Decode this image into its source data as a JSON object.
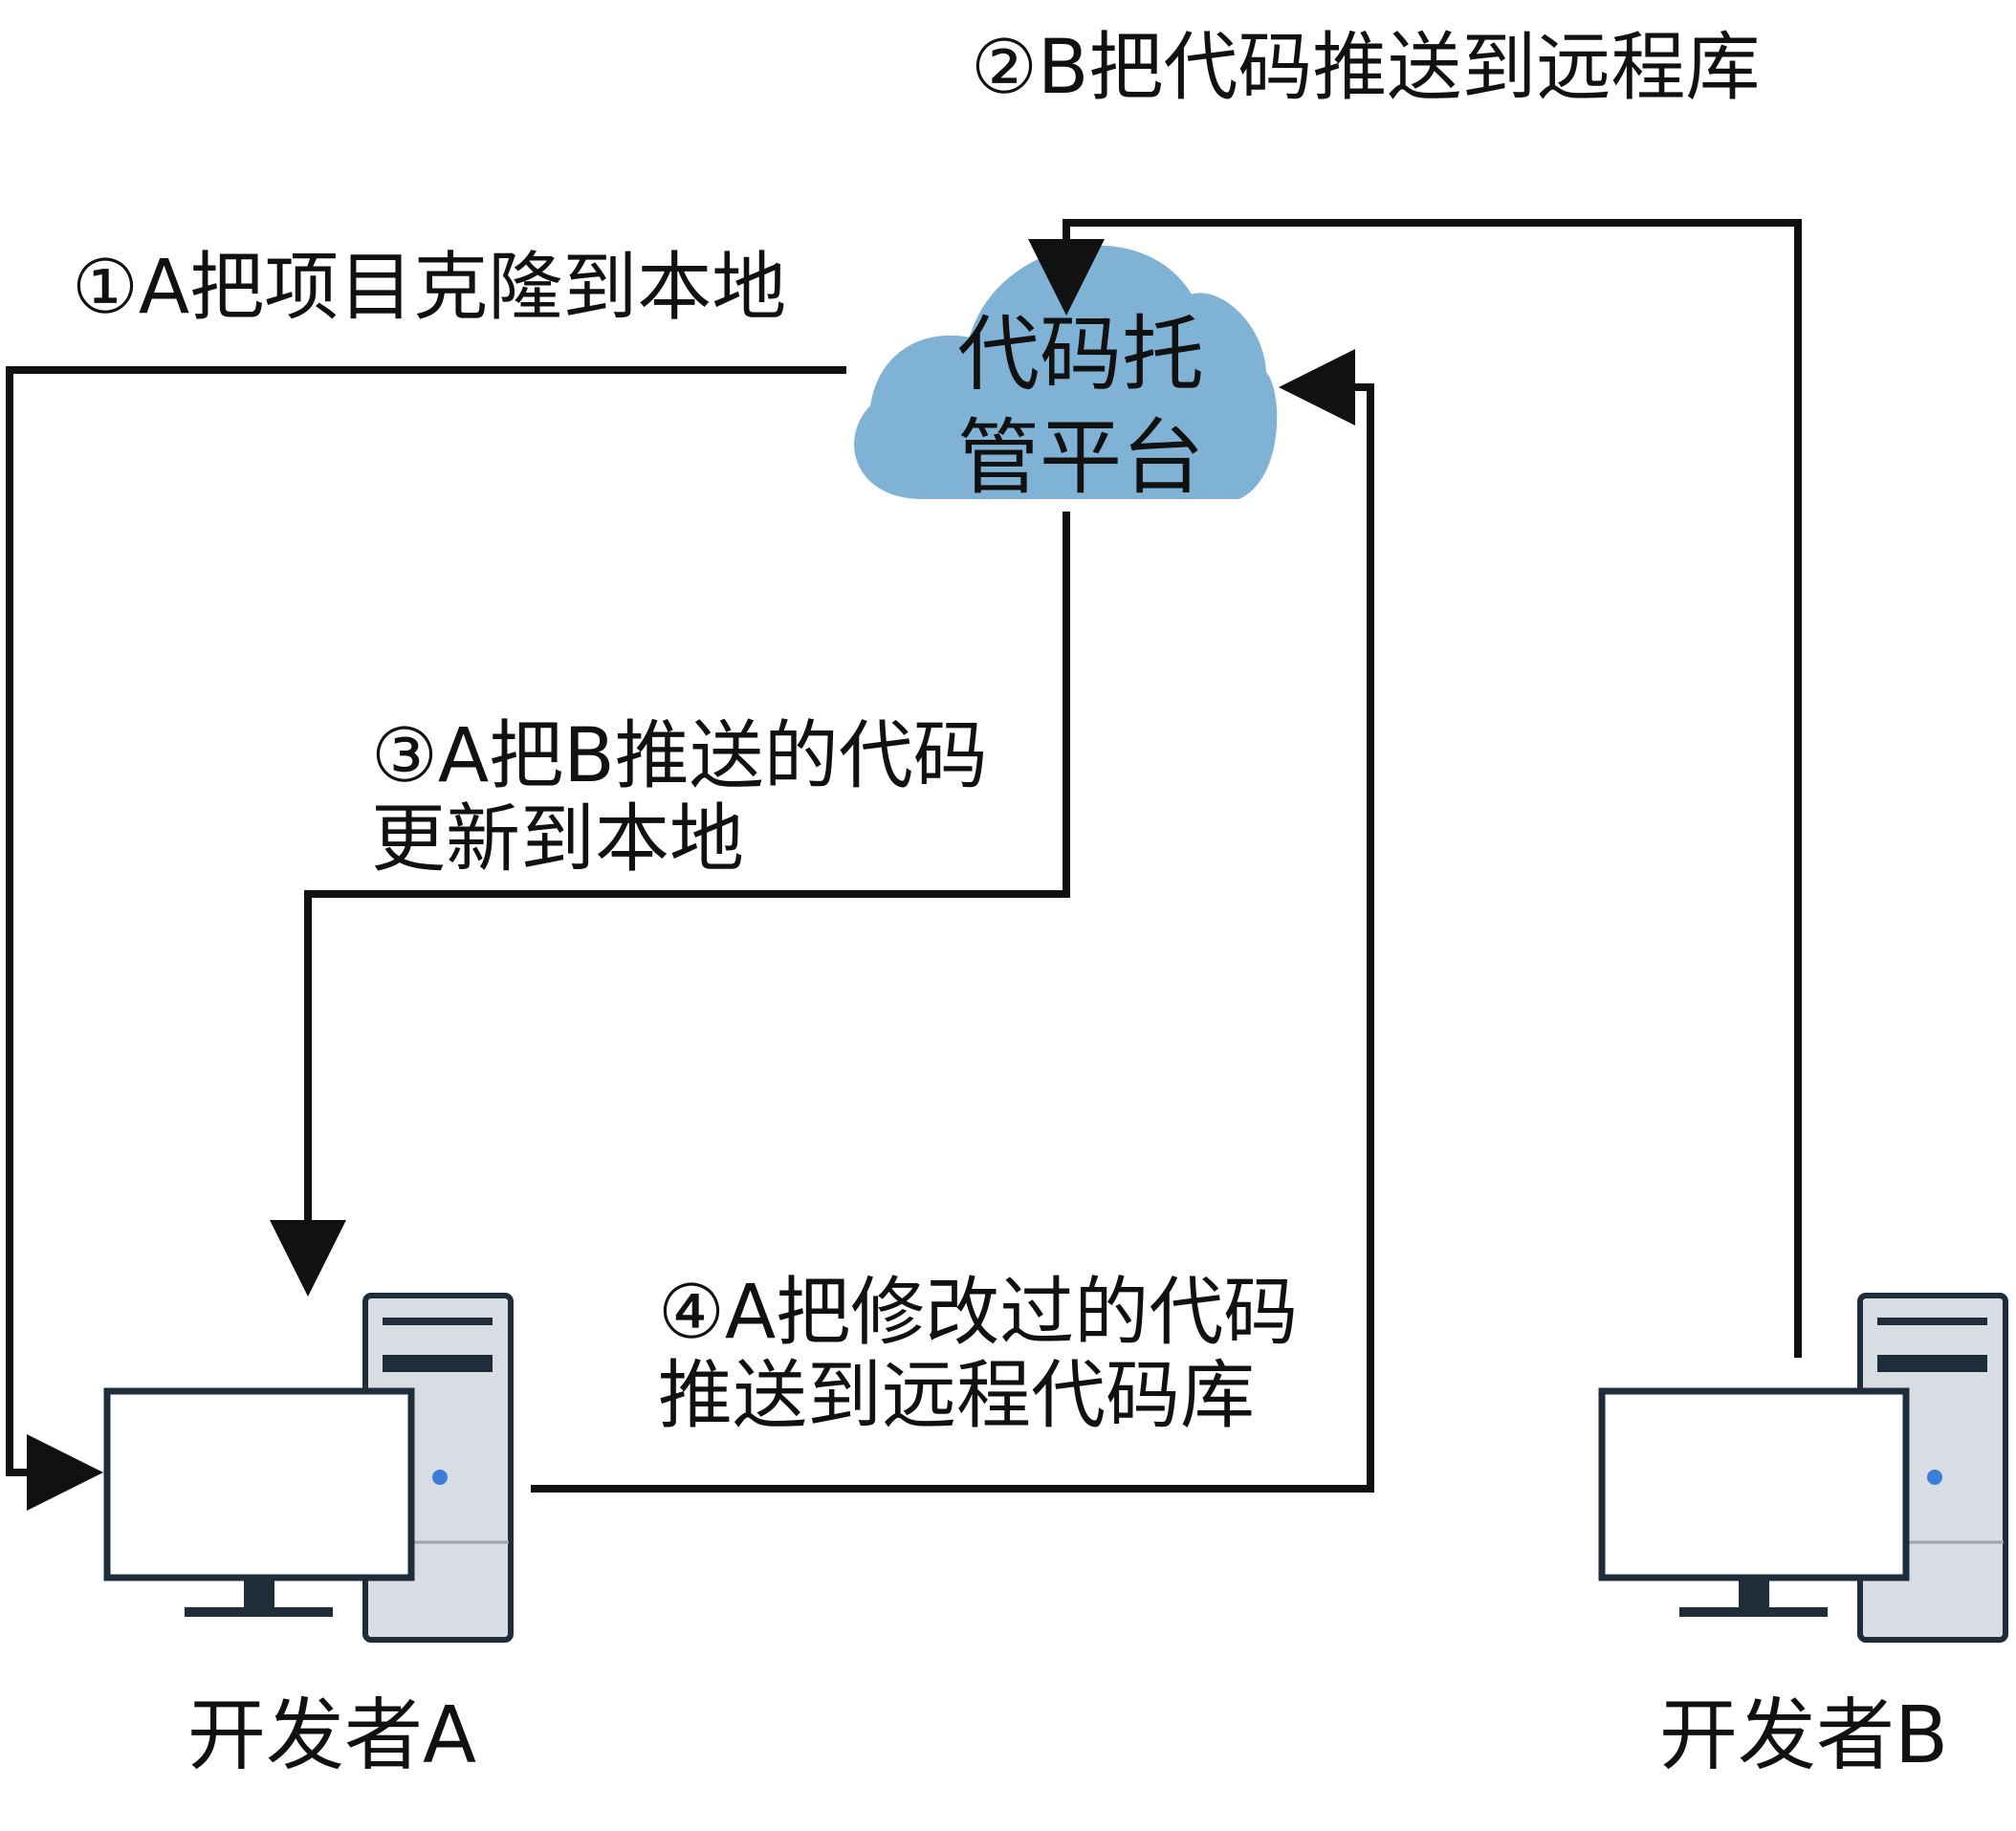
{
  "diagram": {
    "cloud": {
      "line1": "代码托",
      "line2": "管平台",
      "fill_color": "#7FB2D5"
    },
    "steps": [
      {
        "text": "①A把项目克隆到本地"
      },
      {
        "text": "②B把代码推送到远程库"
      },
      {
        "line1": "③A把B推送的代码",
        "line2": "更新到本地"
      },
      {
        "line1": "④A把修改过的代码",
        "line2": "推送到远程代码库"
      }
    ],
    "developers": [
      {
        "label": "开发者A"
      },
      {
        "label": "开发者B"
      }
    ],
    "colors": {
      "line": "#111111",
      "computer_outline": "#1f2d3a",
      "computer_case": "#d7dde2",
      "power_light": "#3b7dd8"
    }
  }
}
